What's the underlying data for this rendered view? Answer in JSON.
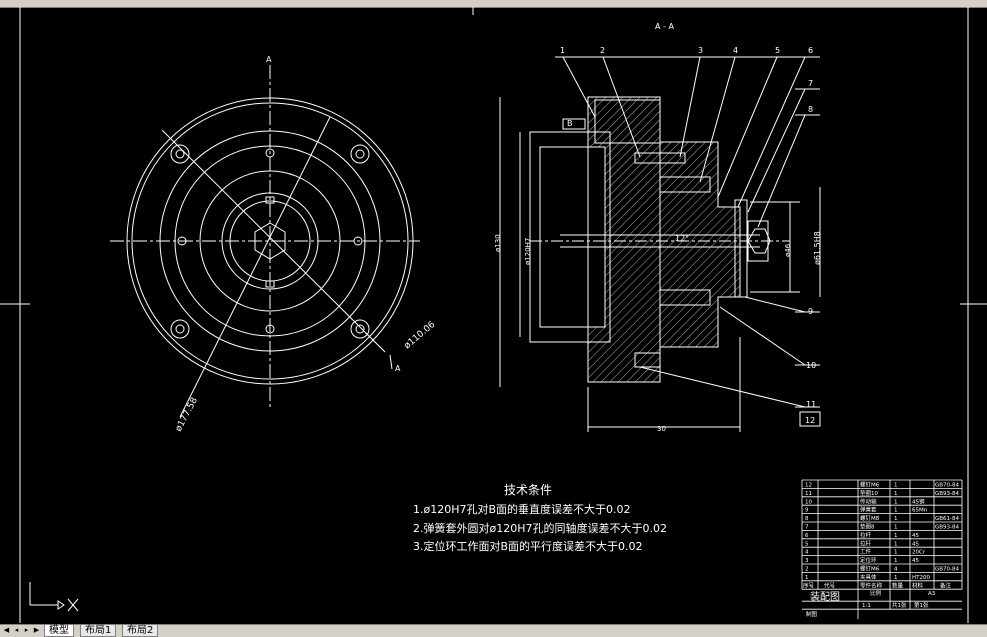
{
  "drawing": {
    "section_label": "A - A",
    "view_markers": {
      "top": "A",
      "bottom_right": "A"
    },
    "dims_left": {
      "pcd": "ø110.06",
      "outer": "ø177.58"
    },
    "dims_right": {
      "bore": "ø130",
      "h7": "ø120H7",
      "slot": "ø46",
      "fit": "ø61.5H8",
      "width": "30",
      "taper": "12°"
    },
    "surface_label": "B",
    "balloons": [
      "1",
      "2",
      "3",
      "4",
      "5",
      "6",
      "7",
      "8",
      "9",
      "10",
      "11",
      "12"
    ]
  },
  "notes": {
    "title": "技术条件",
    "lines": [
      "1.ø120H7孔对B面的垂直度误差不大于0.02",
      "2.弹簧套外圆对ø120H7孔的同轴度误差不大于0.02",
      "3.定位环工作面对B面的平行度误差不大于0.02"
    ]
  },
  "bom": {
    "rows": [
      {
        "no": "12",
        "name": "螺钉M6",
        "qty": "1",
        "mat": "",
        "note": "GB70-84"
      },
      {
        "no": "11",
        "name": "垫圈10",
        "qty": "1",
        "mat": "",
        "note": "GB93-84"
      },
      {
        "no": "10",
        "name": "传动轴",
        "qty": "1",
        "mat": "45钢",
        "note": ""
      },
      {
        "no": "9",
        "name": "弹簧套",
        "qty": "1",
        "mat": "65Mn",
        "note": ""
      },
      {
        "no": "8",
        "name": "螺钉M8",
        "qty": "1",
        "mat": "",
        "note": "GB61-84"
      },
      {
        "no": "7",
        "name": "垫圈8",
        "qty": "1",
        "mat": "",
        "note": "GB93-84"
      },
      {
        "no": "6",
        "name": "拉杆",
        "qty": "1",
        "mat": "45",
        "note": ""
      },
      {
        "no": "5",
        "name": "拉杆",
        "qty": "1",
        "mat": "45",
        "note": ""
      },
      {
        "no": "4",
        "name": "工件",
        "qty": "1",
        "mat": "20Cr",
        "note": ""
      },
      {
        "no": "3",
        "name": "定位环",
        "qty": "1",
        "mat": "45",
        "note": ""
      },
      {
        "no": "2",
        "name": "螺钉M6",
        "qty": "4",
        "mat": "",
        "note": "GB70-84"
      },
      {
        "no": "1",
        "name": "夹具体",
        "qty": "1",
        "mat": "HT200",
        "note": ""
      }
    ],
    "header": {
      "no": "序号",
      "code": "代号",
      "name": "零件名称",
      "qty": "数量",
      "mat": "材料",
      "note": "备注"
    },
    "title": "装配图",
    "scale": "1:1",
    "scale_label": "比例",
    "sheet_size": "A3",
    "sheets": "共1张",
    "sheet_no": "第1张",
    "drawn_label": "制图"
  },
  "tabs": [
    {
      "label": "模型"
    },
    {
      "label": "布局1"
    },
    {
      "label": "布局2"
    }
  ]
}
